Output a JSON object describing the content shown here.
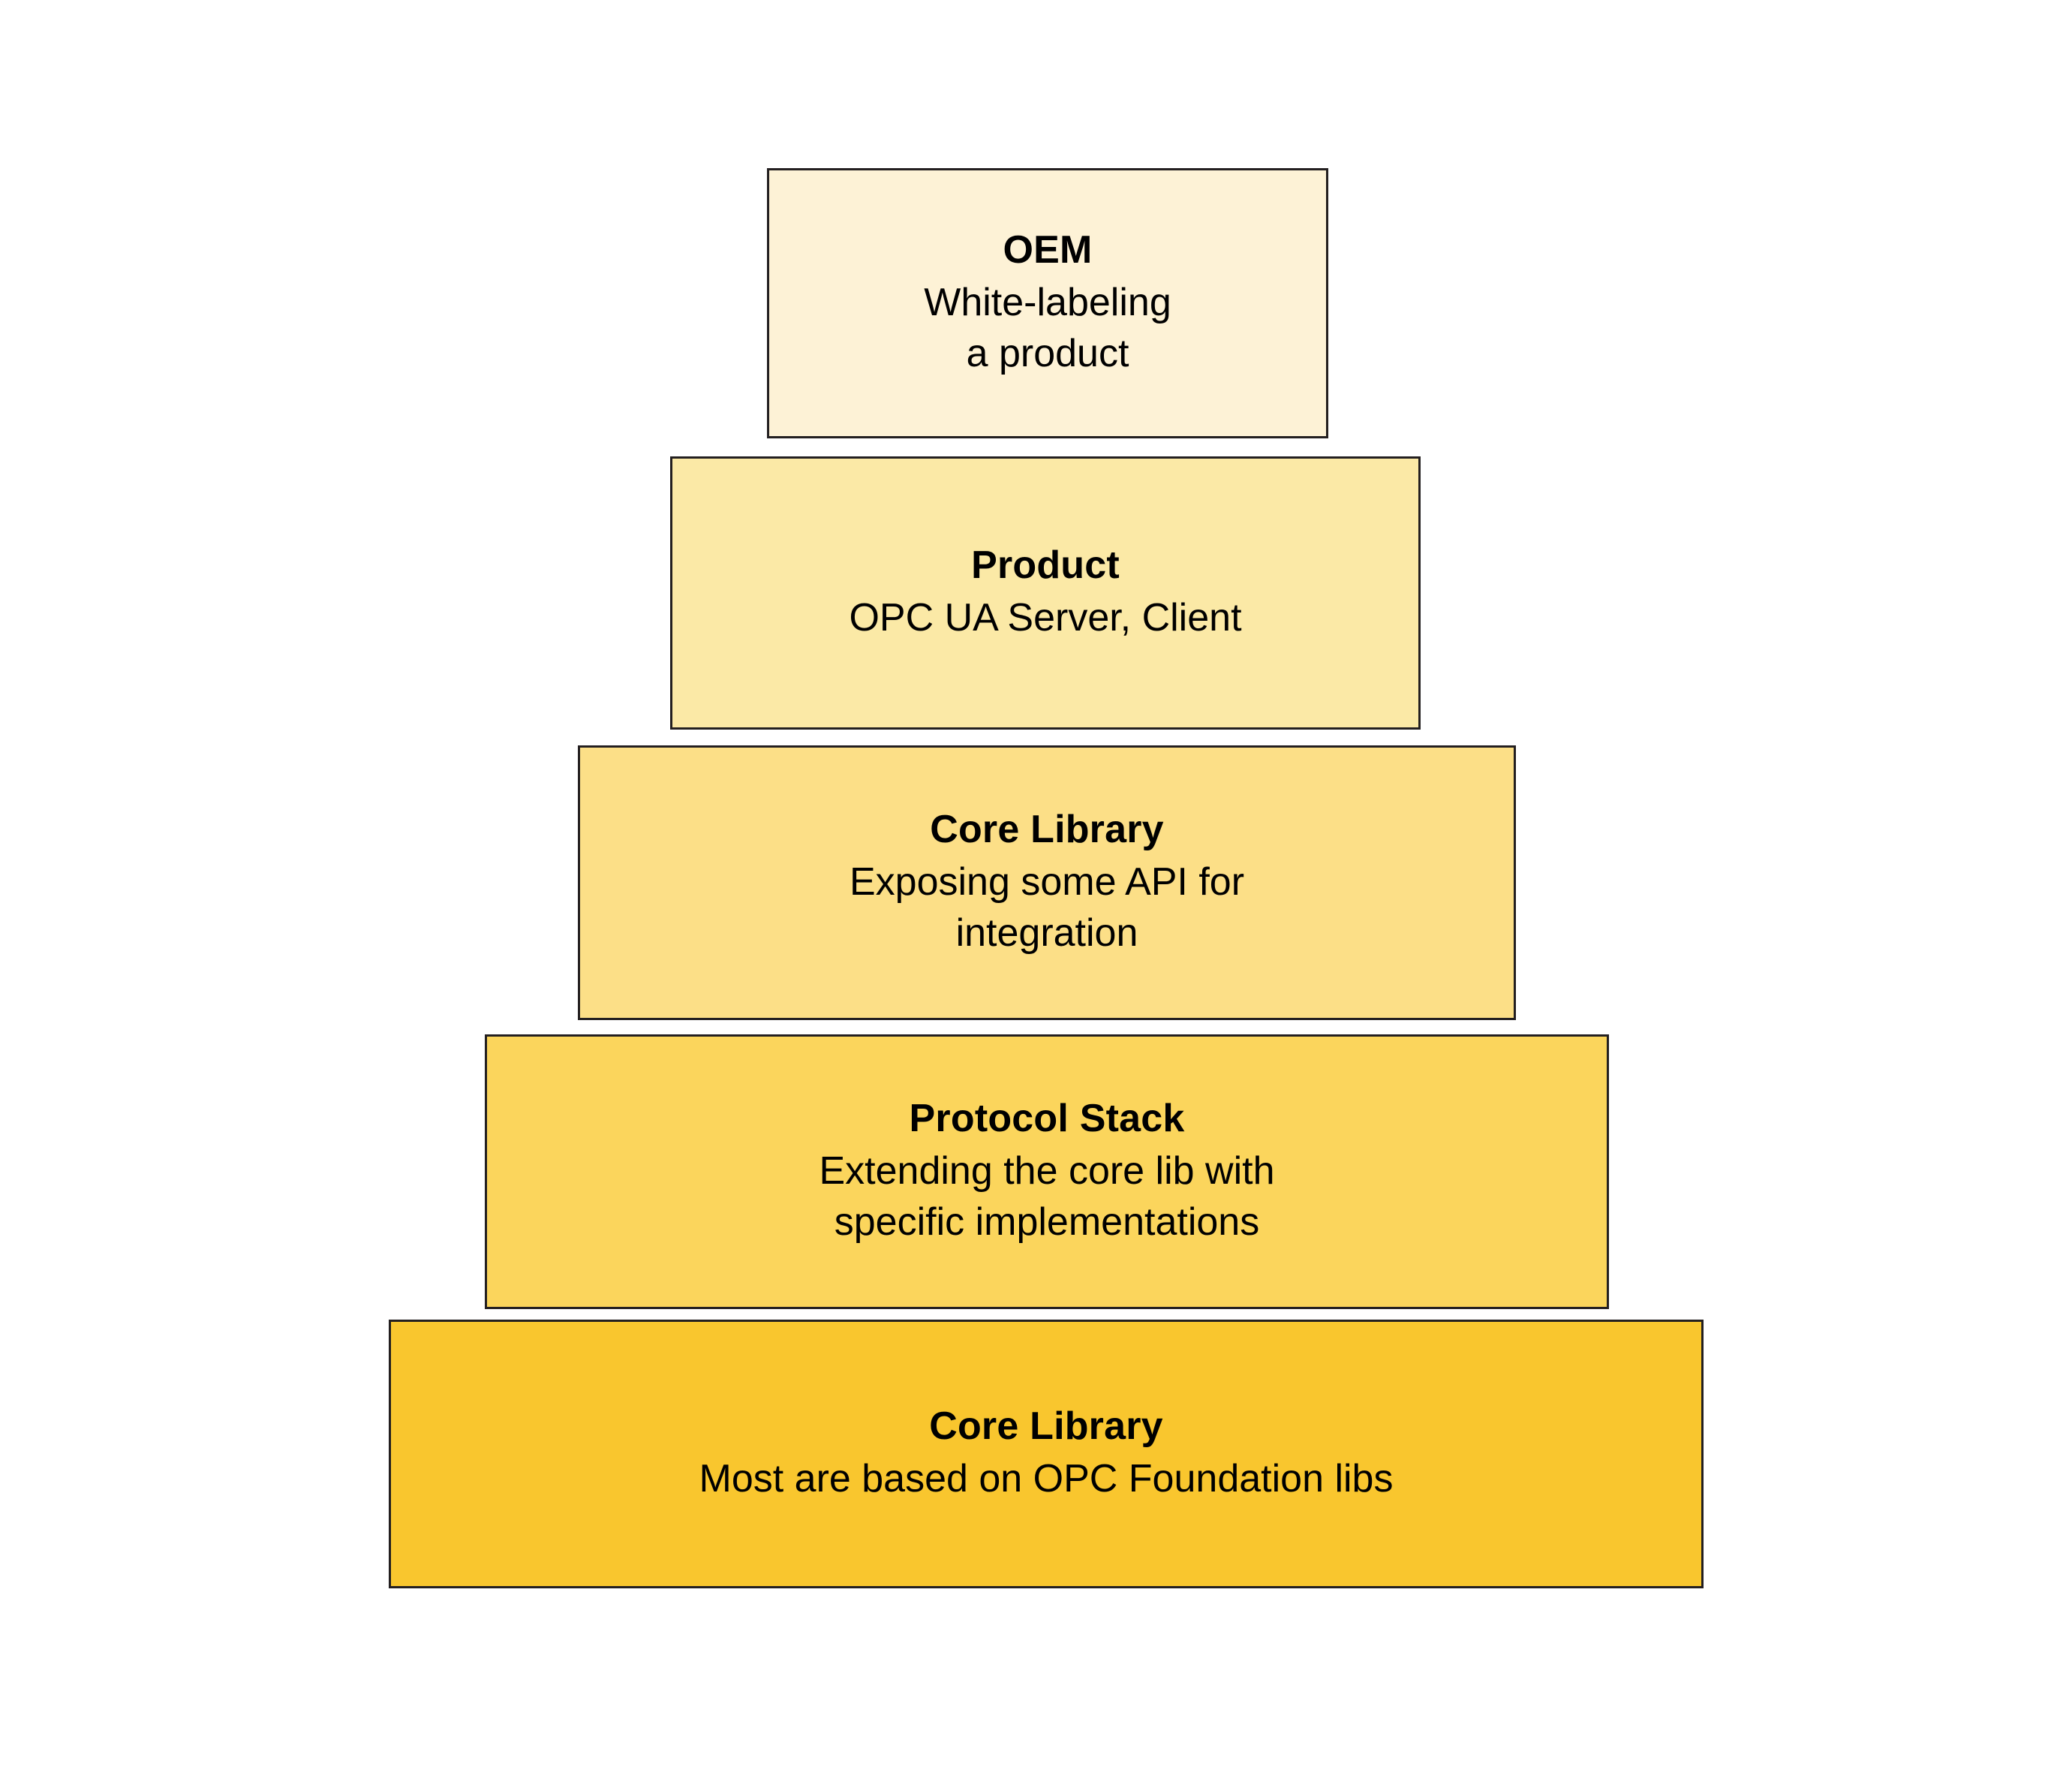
{
  "diagram": {
    "type": "layered-pyramid",
    "background_color": "#ffffff",
    "border_color": "#231f20",
    "text_color": "#000000",
    "layers": [
      {
        "id": "oem",
        "title": "OEM",
        "description": "White-labeling\na product",
        "desc_line1": "White-labeling",
        "desc_line2": "a product",
        "fill_color": "#FDF2D6",
        "level": 1
      },
      {
        "id": "product",
        "title": "Product",
        "description": "OPC UA Server, Client",
        "desc_line1": "OPC UA Server, Client",
        "desc_line2": "",
        "fill_color": "#FBE9A6",
        "level": 2
      },
      {
        "id": "core-library-api",
        "title": "Core Library",
        "description": "Exposing some API for\nintegration",
        "desc_line1": "Exposing some API for",
        "desc_line2": "integration",
        "fill_color": "#FCDF87",
        "level": 3
      },
      {
        "id": "protocol-stack",
        "title": "Protocol Stack",
        "description": "Extending the core lib with\nspecific implementations",
        "desc_line1": "Extending the core lib with",
        "desc_line2": "specific implementations",
        "fill_color": "#FBD55C",
        "level": 4
      },
      {
        "id": "core-library-base",
        "title": "Core Library",
        "description": "Most are based on OPC Foundation libs",
        "desc_line1": "Most are based on OPC Foundation libs",
        "desc_line2": "",
        "fill_color": "#F9C62E",
        "level": 5
      }
    ]
  }
}
